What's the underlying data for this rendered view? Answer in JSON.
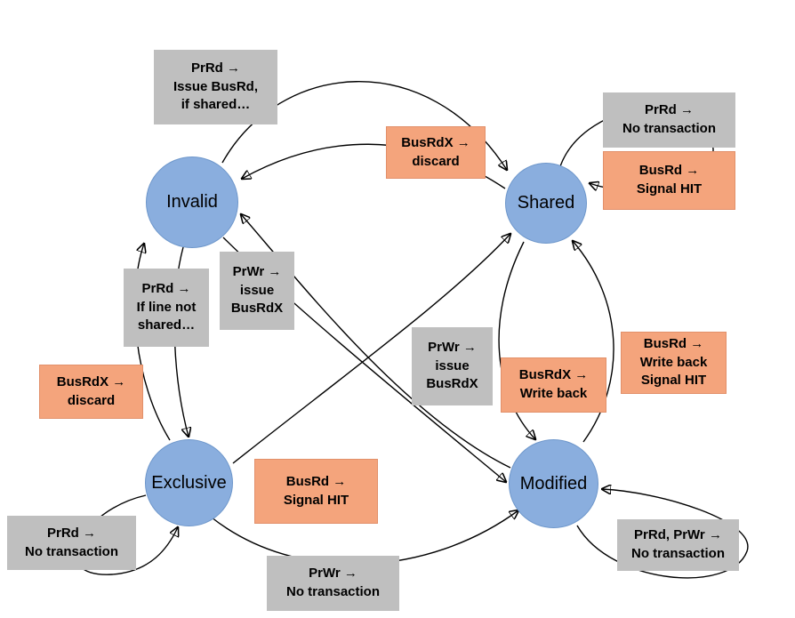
{
  "diagram": {
    "states": [
      {
        "id": "invalid",
        "label": "Invalid"
      },
      {
        "id": "shared",
        "label": "Shared"
      },
      {
        "id": "exclusive",
        "label": "Exclusive"
      },
      {
        "id": "modified",
        "label": "Modified"
      }
    ],
    "transitions": [
      {
        "from": "Invalid",
        "to": "Shared",
        "box_color": "gray",
        "text": "PrRd →\nIssue BusRd,\nif shared…"
      },
      {
        "from": "Shared",
        "to": "Invalid",
        "box_color": "orange",
        "text": "BusRdX →\ndiscard"
      },
      {
        "from": "Shared",
        "to": "Shared",
        "box_color": "gray",
        "text": "PrRd →\nNo transaction"
      },
      {
        "from": "Shared",
        "to": "Shared",
        "box_color": "orange",
        "text": "BusRd →\nSignal HIT"
      },
      {
        "from": "Invalid",
        "to": "Exclusive",
        "box_color": "gray",
        "text": "PrRd →\nIf line not\nshared…"
      },
      {
        "from": "Invalid",
        "to": "Modified",
        "box_color": "gray",
        "text": "PrWr →\nissue\nBusRdX"
      },
      {
        "from": "Shared",
        "to": "Modified",
        "box_color": "gray",
        "text": "PrWr →\nissue\nBusRdX"
      },
      {
        "from": "Modified",
        "to": "Invalid",
        "box_color": "orange",
        "text": "BusRdX →\nWrite back"
      },
      {
        "from": "Modified",
        "to": "Shared",
        "box_color": "orange",
        "text": "BusRd →\nWrite back\nSignal HIT"
      },
      {
        "from": "Exclusive",
        "to": "Invalid",
        "box_color": "orange",
        "text": "BusRdX →\ndiscard"
      },
      {
        "from": "Exclusive",
        "to": "Exclusive",
        "box_color": "gray",
        "text": "PrRd →\nNo transaction"
      },
      {
        "from": "Exclusive",
        "to": "Shared",
        "box_color": "orange",
        "text": "BusRd →\nSignal HIT"
      },
      {
        "from": "Exclusive",
        "to": "Modified",
        "box_color": "gray",
        "text": "PrWr →\nNo transaction"
      },
      {
        "from": "Modified",
        "to": "Modified",
        "box_color": "gray",
        "text": "PrRd, PrWr →\nNo transaction"
      }
    ],
    "colors": {
      "state_fill": "#8AAEDE",
      "state_border": "#6E97CB",
      "processor_box_bg": "#BFBFBF",
      "bus_box_bg": "#F4A47C",
      "arrow": "#000000"
    }
  }
}
